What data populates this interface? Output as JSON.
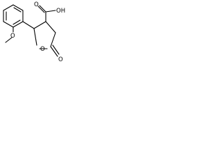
{
  "molecule": {
    "atoms": {
      "carboxyl_oh": "OH",
      "carboxyl_o": "O",
      "methoxy_o": "O",
      "ring_o": "O",
      "carbonyl_o": "O"
    }
  }
}
